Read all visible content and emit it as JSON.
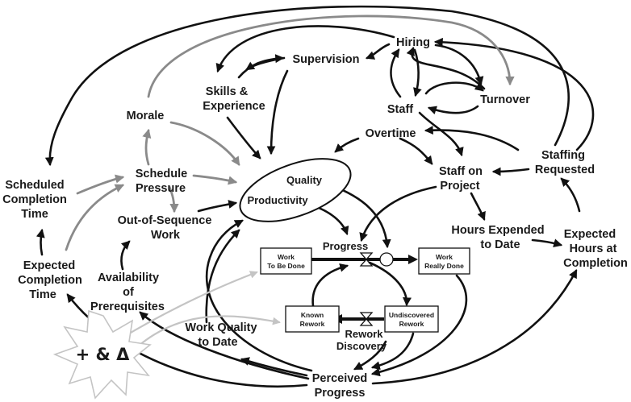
{
  "labels": {
    "hiring": "Hiring",
    "supervision": "Supervision",
    "skills_l1": "Skills &",
    "skills_l2": "Experience",
    "staff": "Staff",
    "turnover": "Turnover",
    "morale": "Morale",
    "overtime": "Overtime",
    "staffing_l1": "Staffing",
    "staffing_l2": "Requested",
    "schedule_pressure_l1": "Schedule",
    "schedule_pressure_l2": "Pressure",
    "quality": "Quality",
    "productivity": "Productivity",
    "staff_on_project_l1": "Staff on",
    "staff_on_project_l2": "Project",
    "scheduled_l1": "Scheduled",
    "scheduled_l2": "Completion",
    "scheduled_l3": "Time",
    "oos_l1": "Out-of-Sequence",
    "oos_l2": "Work",
    "hours_expended_l1": "Hours Expended",
    "hours_expended_l2": "to Date",
    "expected_hours_l1": "Expected",
    "expected_hours_l2": "Hours at",
    "expected_hours_l3": "Completion",
    "expected_ct_l1": "Expected",
    "expected_ct_l2": "Completion",
    "expected_ct_l3": "Time",
    "progress": "Progress",
    "avail_l1": "Availability",
    "avail_l2": "of",
    "avail_l3": "Prerequisites",
    "wq_l1": "Work Quality",
    "wq_l2": "to Date",
    "rework_discovery_l1": "Rework",
    "rework_discovery_l2": "Discovery",
    "perceived_l1": "Perceived",
    "perceived_l2": "Progress",
    "star": "+ & Δ"
  },
  "stocks": {
    "work_to_be_done_l1": "Work",
    "work_to_be_done_l2": "To Be Done",
    "work_really_done_l1": "Work",
    "work_really_done_l2": "Really Done",
    "known_rework_l1": "Known",
    "known_rework_l2": "Rework",
    "undiscovered_rework_l1": "Undiscovered",
    "undiscovered_rework_l2": "Rework"
  },
  "colors": {
    "black_link": "#111111",
    "gray_link": "#8a8a8a",
    "light_link": "#c4c4c4",
    "text": "#1a1a1a"
  }
}
